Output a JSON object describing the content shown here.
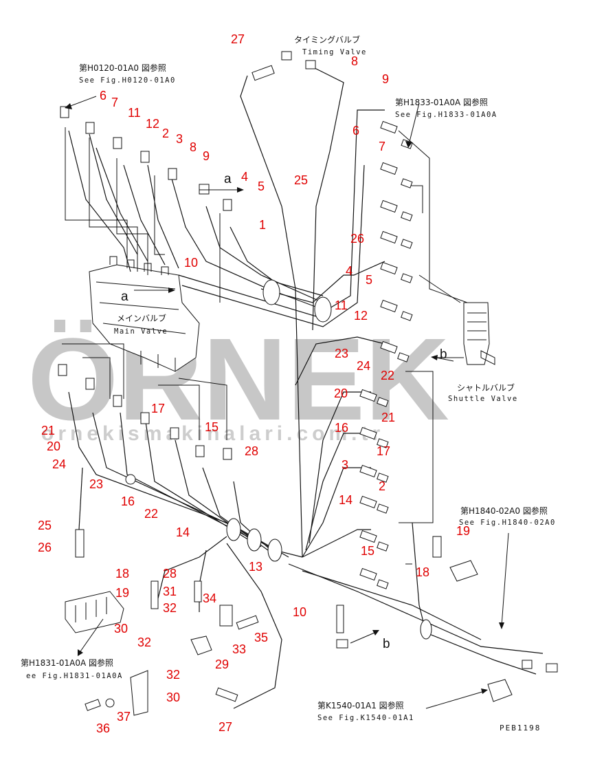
{
  "references": {
    "top_left": {
      "jp": "第H0120-01A0 図参照",
      "en": "See Fig.H0120-01A0"
    },
    "timing_valve": {
      "jp": "タイミングバルブ",
      "en": "Timing Valve"
    },
    "top_right": {
      "jp": "第H1833-01A0A 図参照",
      "en": "See Fig.H1833-01A0A"
    },
    "main_valve": {
      "jp": "メインバルブ",
      "en": "Main Valve"
    },
    "shuttle_valve": {
      "jp": "シャトルバルブ",
      "en": "Shuttle Valve"
    },
    "right_mid": {
      "jp": "第H1840-02A0 図参照",
      "en": "See Fig.H1840-02A0"
    },
    "bottom_left": {
      "jp": "第H1831-01A0A 図参照",
      "en": "ee Fig.H1831-01A0A"
    },
    "bottom_right": {
      "jp": "第K1540-01A1 図参照",
      "en": "See Fig.K1540-01A1"
    }
  },
  "view_letters": [
    "a",
    "a",
    "b",
    "b"
  ],
  "callouts": [
    "27",
    "8",
    "9",
    "6",
    "7",
    "11",
    "12",
    "2",
    "3",
    "8",
    "9",
    "6",
    "7",
    "4",
    "5",
    "25",
    "1",
    "26",
    "10",
    "4",
    "5",
    "11",
    "12",
    "23",
    "24",
    "22",
    "20",
    "21",
    "16",
    "17",
    "3",
    "2",
    "14",
    "15",
    "21",
    "20",
    "24",
    "23",
    "16",
    "22",
    "17",
    "14",
    "15",
    "28",
    "25",
    "26",
    "13",
    "19",
    "18",
    "18",
    "19",
    "28",
    "31",
    "34",
    "32",
    "30",
    "32",
    "33",
    "35",
    "29",
    "32",
    "30",
    "37",
    "36",
    "27",
    "10"
  ],
  "watermark": {
    "main": "ÖRNEK",
    "url": "ornekismakinalari.com.tr"
  },
  "drawing_code": "PEB1198"
}
